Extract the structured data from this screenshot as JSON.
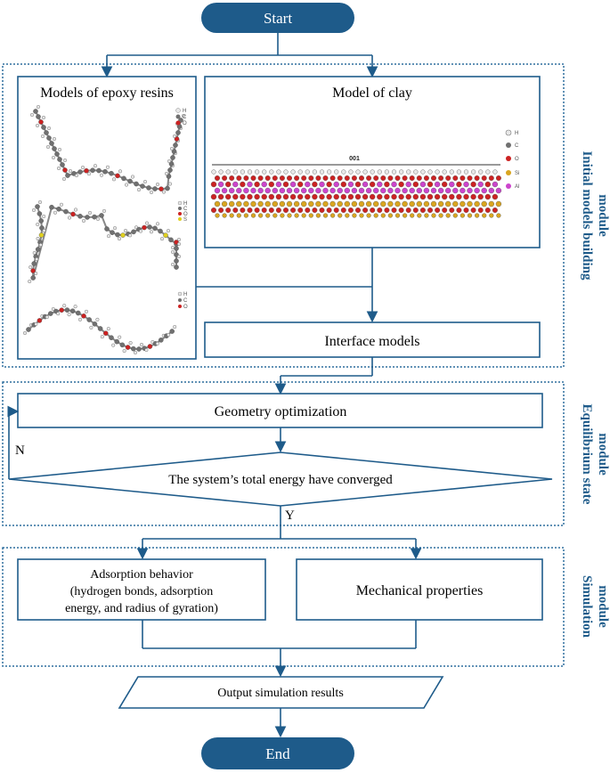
{
  "colors": {
    "accent": "#1e5b8a",
    "terminal_fill": "#1e5b8a",
    "box_stroke": "#1e5b8a",
    "arrow": "#1e5b8a",
    "module_border": "#2e6f9e",
    "atom_H": "#e8e8e8",
    "atom_C": "#707070",
    "atom_O": "#cc2222",
    "atom_S": "#e0d020",
    "atom_Si": "#d9a520",
    "atom_Al": "#cc44cc"
  },
  "flow": {
    "start": "Start",
    "end": "End",
    "models_epoxy": "Models of epoxy resins",
    "model_clay": "Model of clay",
    "interface_models": "Interface models",
    "geometry_optimization": "Geometry optimization",
    "decision": "The system’s total energy have converged",
    "branch_no": "N",
    "branch_yes": "Y",
    "adsorption_line1": "Adsorption behavior",
    "adsorption_line2": "(hydrogen bonds, adsorption",
    "adsorption_line3": "energy, and radius of gyration)",
    "mechanical": "Mechanical properties",
    "output": "Output simulation results"
  },
  "modules": {
    "initial_line1": "Initial models building",
    "initial_line2": "module",
    "equilibrium_line1": "Equilibrium state",
    "equilibrium_line2": "module",
    "simulation_line1": "Simulation",
    "simulation_line2": "module"
  },
  "clay_legend": [
    "H",
    "C",
    "O",
    "Si",
    "Al"
  ],
  "clay_plane": "001",
  "epoxy_legend": [
    "H",
    "C",
    "O"
  ],
  "epoxy_legend_2": [
    "H",
    "C",
    "O",
    "S"
  ],
  "icons": {
    "molecule_images": "molecule-ball-and-stick",
    "clay_image": "clay-layer-structure"
  }
}
